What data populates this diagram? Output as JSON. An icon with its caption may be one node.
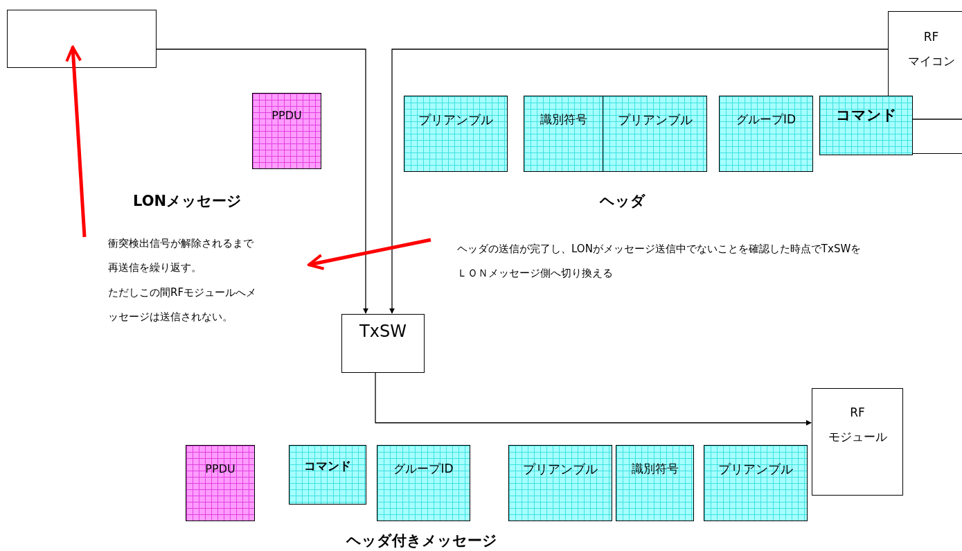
{
  "diagram": {
    "nodes": [
      {
        "text": [],
        "shape": "box"
      },
      {
        "text": [
          "RF",
          "マイコン"
        ]
      },
      {
        "text": [
          "TxSW"
        ]
      },
      {
        "text": [
          "RF",
          "モジュール"
        ]
      },
      {
        "text": [
          "PPDU"
        ]
      },
      {
        "text": [
          "プリアンブル"
        ]
      },
      {
        "text": [
          "識別符号"
        ]
      },
      {
        "text": [
          "プリアンブル"
        ]
      },
      {
        "text": [
          "グループID"
        ]
      },
      {
        "text": [
          "コマンド"
        ]
      },
      {
        "text": [
          "PPDU"
        ]
      },
      {
        "text": [
          "コマンド"
        ]
      },
      {
        "text": [
          "グループID"
        ]
      },
      {
        "text": [
          "プリアンブル"
        ]
      },
      {
        "text": [
          "識別符号"
        ]
      },
      {
        "text": [
          "プリアンブル"
        ]
      },
      {
        "text": [
          "衝突検出信号が解除されるまで再送信を繰り返す。",
          "ただしこの間RFモジュールへメッセージは送信されない。"
        ]
      },
      {
        "text": [
          "ヘッダの送信が完了し、LONがメッセージ送信中でないことを確認した時点でTxSWを",
          "ＬＯＮメッセージ側へ切り換える"
        ]
      }
    ],
    "edges": [
      {
        "from": 0,
        "to": 2,
        "arrow": "to"
      },
      {
        "from": 1,
        "to": 2,
        "arrow": "to"
      },
      {
        "from": 2,
        "to": 3,
        "arrow": "to"
      },
      {
        "from": 9,
        "to": 1,
        "arrow": "none"
      },
      {
        "from": 16,
        "to": 0,
        "arrow": "to",
        "style": "thick",
        "color": "#ff0000"
      },
      {
        "from": 17,
        "to": 16,
        "arrow": "to",
        "style": "thick",
        "color": "#ff0000"
      }
    ],
    "labels": [
      "LONメッセージ",
      "ヘッダ",
      "ヘッダ付きメッセージ"
    ]
  }
}
